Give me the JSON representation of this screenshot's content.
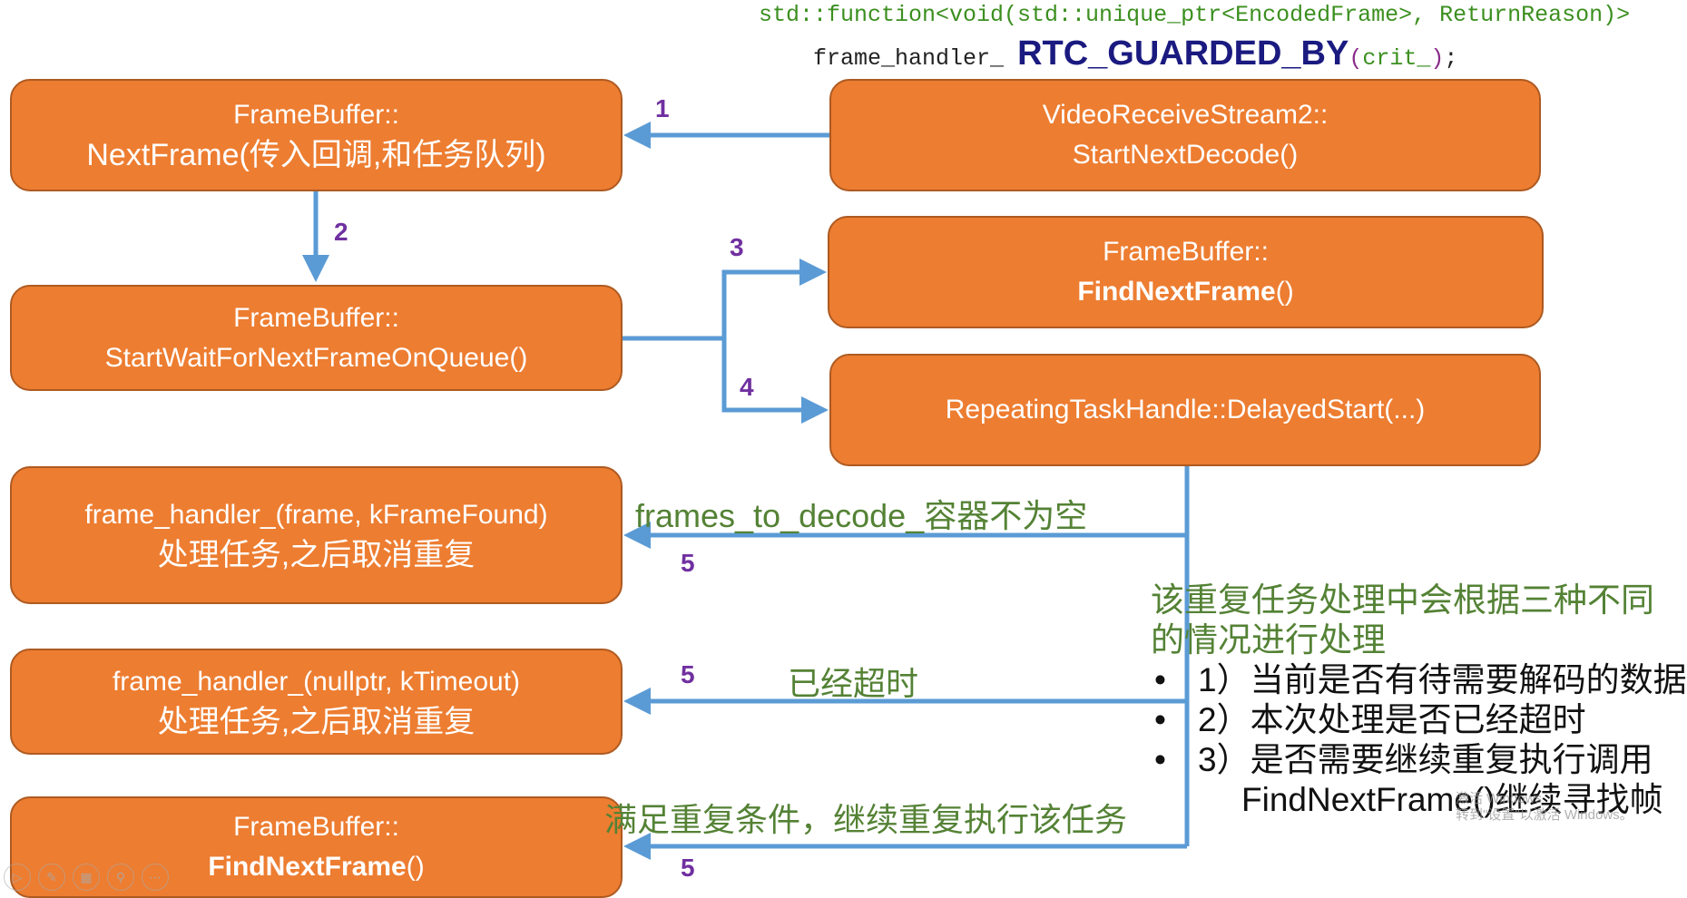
{
  "code": {
    "line1_type": "std::function<void(std::unique_ptr<EncodedFrame>, ReturnReason)>",
    "line2_name": "frame_handler_",
    "line2_macro": "RTC_GUARDED_BY",
    "line2_arg": "crit_",
    "line2_end": ";"
  },
  "boxes": {
    "next_frame": {
      "line1": "FrameBuffer::",
      "line2": "NextFrame(传入回调,和任务队列)"
    },
    "start_next_decode": {
      "line1": "VideoReceiveStream2::",
      "line2": "StartNextDecode()"
    },
    "start_wait": {
      "line1": "FrameBuffer::",
      "line2": "StartWaitForNextFrameOnQueue()"
    },
    "find_next_frame": {
      "line1": "FrameBuffer::",
      "line2_bold": "FindNextFrame",
      "line2_rest": "()"
    },
    "delayed_start": {
      "line1": "RepeatingTaskHandle::DelayedStart(...)"
    },
    "frame_found": {
      "line1": "frame_handler_(frame, kFrameFound)",
      "line2": "处理任务,之后取消重复"
    },
    "timeout": {
      "line1": "frame_handler_(nullptr, kTimeout)",
      "line2": "处理任务,之后取消重复"
    },
    "find_next_frame_repeat": {
      "line1": "FrameBuffer::",
      "line2_bold": "FindNextFrame",
      "line2_rest": "()"
    }
  },
  "step_numbers": {
    "s1": "1",
    "s2": "2",
    "s3": "3",
    "s4": "4",
    "s5a": "5",
    "s5b": "5",
    "s5c": "5"
  },
  "edge_labels": {
    "not_empty": "frames_to_decode_容器不为空",
    "timed_out": "已经超时",
    "repeat": "满足重复条件，继续重复执行该任务"
  },
  "note": {
    "heading": "该重复任务处理中会根据三种不同的情况进行处理",
    "items": [
      "1）当前是否有待需要解码的数据",
      "2）本次处理是否已经超时",
      "3）是否需要继续重复执行调用"
    ],
    "continuation": "FindNextFrame()继续寻找帧",
    "bullet": "•"
  },
  "watermark": {
    "line1": "激活 Windows",
    "line2": "转到\"设置\"以激活 Windows。"
  },
  "slideshow_controls": [
    "play-icon",
    "pen-icon",
    "slides-icon",
    "zoom-icon",
    "more-icon"
  ],
  "colors": {
    "box_fill": "#ed7d31",
    "box_border": "#ae5a21",
    "arrow": "#5b9bd5",
    "step_number": "#7030a0",
    "label_green": "#548235"
  }
}
